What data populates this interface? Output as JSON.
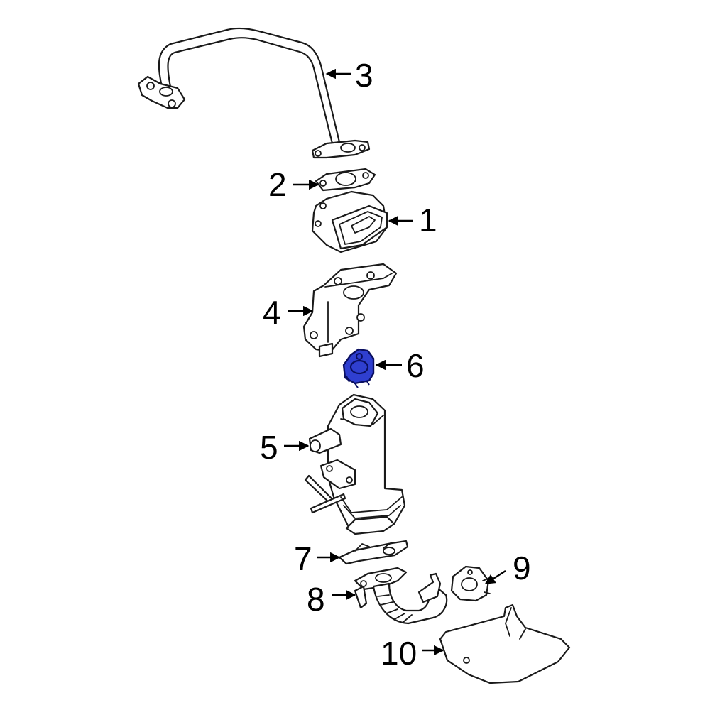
{
  "colors": {
    "line": "#1a1a1a",
    "highlight_fill": "#2f3fd0",
    "highlight_stroke": "#0a0f60",
    "background": "#ffffff"
  },
  "callouts": [
    {
      "id": "1",
      "label": "1"
    },
    {
      "id": "2",
      "label": "2"
    },
    {
      "id": "3",
      "label": "3"
    },
    {
      "id": "4",
      "label": "4"
    },
    {
      "id": "5",
      "label": "5"
    },
    {
      "id": "6",
      "label": "6",
      "highlighted": true
    },
    {
      "id": "7",
      "label": "7"
    },
    {
      "id": "8",
      "label": "8"
    },
    {
      "id": "9",
      "label": "9"
    },
    {
      "id": "10",
      "label": "10"
    }
  ]
}
